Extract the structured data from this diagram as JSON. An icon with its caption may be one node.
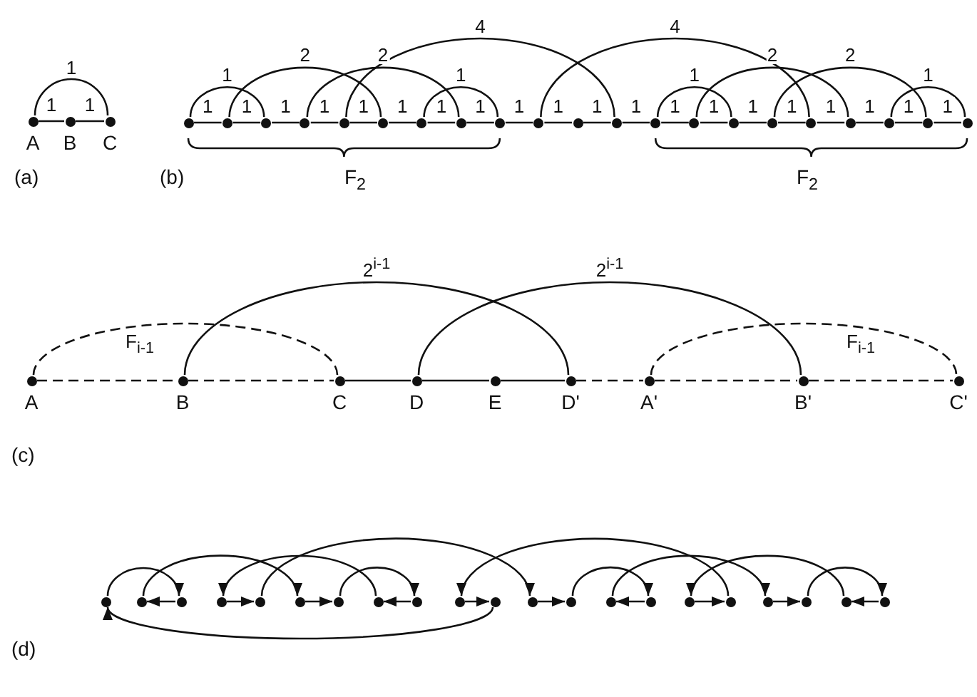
{
  "diagram": {
    "nodes": [
      {
        "text": [],
        "shape": "circle",
        "beside": [
          "A"
        ]
      },
      {
        "text": [],
        "shape": "circle",
        "beside": [
          "B"
        ]
      },
      {
        "text": [],
        "shape": "circle",
        "beside": [
          "C"
        ]
      },
      {
        "text": [],
        "shape": "circle"
      },
      {
        "text": [],
        "shape": "circle"
      },
      {
        "text": [],
        "shape": "circle"
      },
      {
        "text": [],
        "shape": "circle"
      },
      {
        "text": [],
        "shape": "circle"
      },
      {
        "text": [],
        "shape": "circle"
      },
      {
        "text": [],
        "shape": "circle"
      },
      {
        "text": [],
        "shape": "circle"
      },
      {
        "text": [],
        "shape": "circle"
      },
      {
        "text": [],
        "shape": "circle"
      },
      {
        "text": [],
        "shape": "circle"
      },
      {
        "text": [],
        "shape": "circle"
      },
      {
        "text": [],
        "shape": "circle"
      },
      {
        "text": [],
        "shape": "circle"
      },
      {
        "text": [],
        "shape": "circle"
      },
      {
        "text": [],
        "shape": "circle"
      },
      {
        "text": [],
        "shape": "circle"
      },
      {
        "text": [],
        "shape": "circle"
      },
      {
        "text": [],
        "shape": "circle"
      },
      {
        "text": [],
        "shape": "circle"
      },
      {
        "text": [],
        "shape": "circle"
      },
      {
        "text": [],
        "shape": "circle",
        "beside": [
          "A"
        ]
      },
      {
        "text": [],
        "shape": "circle",
        "beside": [
          "B"
        ]
      },
      {
        "text": [],
        "shape": "circle",
        "beside": [
          "C"
        ]
      },
      {
        "text": [],
        "shape": "circle",
        "beside": [
          "D"
        ]
      },
      {
        "text": [],
        "shape": "circle",
        "beside": [
          "E"
        ]
      },
      {
        "text": [],
        "shape": "circle",
        "beside": [
          "D'"
        ]
      },
      {
        "text": [],
        "shape": "circle",
        "beside": [
          "A'"
        ]
      },
      {
        "text": [],
        "shape": "circle",
        "beside": [
          "B'"
        ]
      },
      {
        "text": [],
        "shape": "circle",
        "beside": [
          "C'"
        ]
      },
      {
        "text": [],
        "shape": "circle"
      },
      {
        "text": [],
        "shape": "circle"
      },
      {
        "text": [],
        "shape": "circle"
      },
      {
        "text": [],
        "shape": "circle"
      },
      {
        "text": [],
        "shape": "circle"
      },
      {
        "text": [],
        "shape": "circle"
      },
      {
        "text": [],
        "shape": "circle"
      },
      {
        "text": [],
        "shape": "circle"
      },
      {
        "text": [],
        "shape": "circle"
      },
      {
        "text": [],
        "shape": "circle"
      },
      {
        "text": [],
        "shape": "circle"
      },
      {
        "text": [],
        "shape": "circle"
      },
      {
        "text": [],
        "shape": "circle"
      },
      {
        "text": [],
        "shape": "circle"
      },
      {
        "text": [],
        "shape": "circle"
      },
      {
        "text": [],
        "shape": "circle"
      },
      {
        "text": [],
        "shape": "circle"
      },
      {
        "text": [],
        "shape": "circle"
      },
      {
        "text": [],
        "shape": "circle"
      },
      {
        "text": [],
        "shape": "circle"
      },
      {
        "text": [],
        "shape": "circle"
      }
    ],
    "edges": [
      {
        "from": 0,
        "to": 1,
        "arrow": "none",
        "label": "1"
      },
      {
        "from": 1,
        "to": 2,
        "arrow": "none",
        "label": "1"
      },
      {
        "from": 0,
        "to": 2,
        "arrow": "none",
        "label": "1"
      },
      {
        "from": 3,
        "to": 4,
        "arrow": "none",
        "label": "1"
      },
      {
        "from": 4,
        "to": 5,
        "arrow": "none",
        "label": "1"
      },
      {
        "from": 5,
        "to": 6,
        "arrow": "none",
        "label": "1"
      },
      {
        "from": 6,
        "to": 7,
        "arrow": "none",
        "label": "1"
      },
      {
        "from": 7,
        "to": 8,
        "arrow": "none",
        "label": "1"
      },
      {
        "from": 8,
        "to": 9,
        "arrow": "none",
        "label": "1"
      },
      {
        "from": 9,
        "to": 10,
        "arrow": "none",
        "label": "1"
      },
      {
        "from": 10,
        "to": 11,
        "arrow": "none",
        "label": "1"
      },
      {
        "from": 11,
        "to": 12,
        "arrow": "none",
        "label": "1"
      },
      {
        "from": 12,
        "to": 13,
        "arrow": "none",
        "label": "1"
      },
      {
        "from": 13,
        "to": 14,
        "arrow": "none",
        "label": "1"
      },
      {
        "from": 14,
        "to": 15,
        "arrow": "none",
        "label": "1"
      },
      {
        "from": 15,
        "to": 16,
        "arrow": "none",
        "label": "1"
      },
      {
        "from": 16,
        "to": 17,
        "arrow": "none",
        "label": "1"
      },
      {
        "from": 17,
        "to": 18,
        "arrow": "none",
        "label": "1"
      },
      {
        "from": 18,
        "to": 19,
        "arrow": "none",
        "label": "1"
      },
      {
        "from": 19,
        "to": 20,
        "arrow": "none",
        "label": "1"
      },
      {
        "from": 20,
        "to": 21,
        "arrow": "none",
        "label": "1"
      },
      {
        "from": 21,
        "to": 22,
        "arrow": "none",
        "label": "1"
      },
      {
        "from": 22,
        "to": 23,
        "arrow": "none",
        "label": "1"
      },
      {
        "from": 3,
        "to": 5,
        "arrow": "none",
        "label": "1"
      },
      {
        "from": 4,
        "to": 8,
        "arrow": "none",
        "label": "2"
      },
      {
        "from": 6,
        "to": 10,
        "arrow": "none",
        "label": "2"
      },
      {
        "from": 9,
        "to": 11,
        "arrow": "none",
        "label": "1"
      },
      {
        "from": 7,
        "to": 14,
        "arrow": "none",
        "label": "4"
      },
      {
        "from": 12,
        "to": 19,
        "arrow": "none",
        "label": "4"
      },
      {
        "from": 15,
        "to": 17,
        "arrow": "none",
        "label": "1"
      },
      {
        "from": 16,
        "to": 20,
        "arrow": "none",
        "label": "2"
      },
      {
        "from": 18,
        "to": 22,
        "arrow": "none",
        "label": "2"
      },
      {
        "from": 21,
        "to": 23,
        "arrow": "none",
        "label": "1"
      },
      {
        "from": 24,
        "to": 25,
        "arrow": "none",
        "style": "dashed"
      },
      {
        "from": 25,
        "to": 26,
        "arrow": "none",
        "style": "dashed"
      },
      {
        "from": 26,
        "to": 27,
        "arrow": "none"
      },
      {
        "from": 27,
        "to": 28,
        "arrow": "none"
      },
      {
        "from": 28,
        "to": 29,
        "arrow": "none"
      },
      {
        "from": 29,
        "to": 30,
        "arrow": "none",
        "style": "dashed"
      },
      {
        "from": 30,
        "to": 31,
        "arrow": "none",
        "style": "dashed"
      },
      {
        "from": 31,
        "to": 32,
        "arrow": "none",
        "style": "dashed"
      },
      {
        "from": 24,
        "to": 26,
        "arrow": "none",
        "style": "dashed",
        "label": "F$_{i-1}$"
      },
      {
        "from": 25,
        "to": 29,
        "arrow": "none",
        "label": "2$^{i-1}$"
      },
      {
        "from": 27,
        "to": 31,
        "arrow": "none",
        "label": "2$^{i-1}$"
      },
      {
        "from": 30,
        "to": 32,
        "arrow": "none",
        "style": "dashed",
        "label": "F$_{i-1}$"
      },
      {
        "from": 33,
        "to": 35,
        "arrow": "to"
      },
      {
        "from": 35,
        "to": 34,
        "arrow": "to"
      },
      {
        "from": 34,
        "to": 38,
        "arrow": "to"
      },
      {
        "from": 38,
        "to": 39,
        "arrow": "to"
      },
      {
        "from": 39,
        "to": 41,
        "arrow": "to"
      },
      {
        "from": 41,
        "to": 40,
        "arrow": "to"
      },
      {
        "from": 40,
        "to": 36,
        "arrow": "to"
      },
      {
        "from": 36,
        "to": 37,
        "arrow": "to"
      },
      {
        "from": 37,
        "to": 44,
        "arrow": "to"
      },
      {
        "from": 44,
        "to": 45,
        "arrow": "to"
      },
      {
        "from": 45,
        "to": 47,
        "arrow": "to"
      },
      {
        "from": 47,
        "to": 46,
        "arrow": "to"
      },
      {
        "from": 46,
        "to": 50,
        "arrow": "to"
      },
      {
        "from": 50,
        "to": 51,
        "arrow": "to"
      },
      {
        "from": 51,
        "to": 53,
        "arrow": "to"
      },
      {
        "from": 53,
        "to": 52,
        "arrow": "to"
      },
      {
        "from": 52,
        "to": 48,
        "arrow": "to"
      },
      {
        "from": 48,
        "to": 49,
        "arrow": "to"
      },
      {
        "from": 49,
        "to": 42,
        "arrow": "to"
      },
      {
        "from": 42,
        "to": 43,
        "arrow": "to"
      },
      {
        "from": 43,
        "to": 33,
        "arrow": "to"
      }
    ],
    "labels": [
      "F$_{2}$",
      "F$_{2}$",
      "(a)",
      "(b)",
      "(c)",
      "(d)"
    ]
  }
}
